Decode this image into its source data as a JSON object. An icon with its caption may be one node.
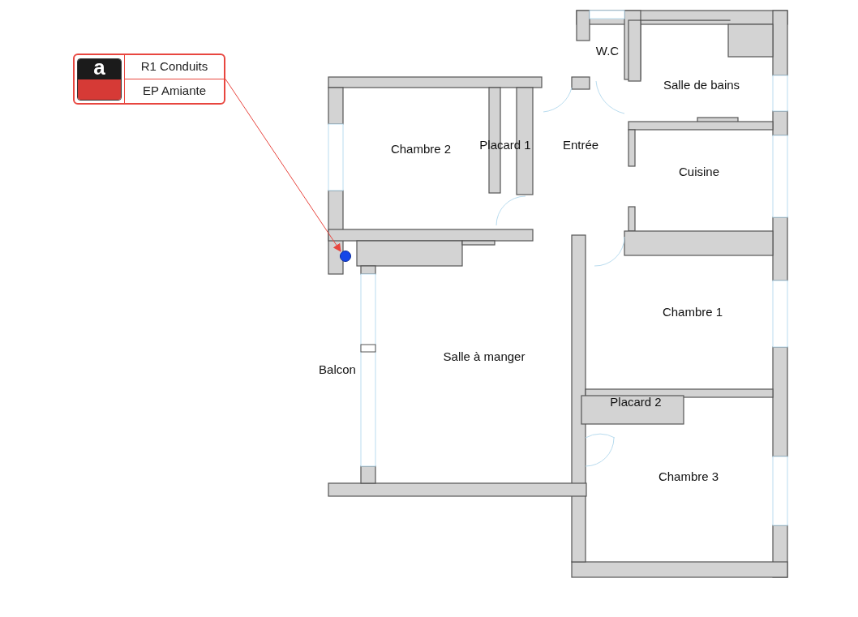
{
  "diagram": {
    "nodes": [
      {
        "text": [
          "a",
          "R1 Conduits",
          "EP Amiante"
        ]
      },
      {
        "text": [],
        "shape": "circle"
      }
    ],
    "edges": [
      {
        "from": 0,
        "to": 1,
        "arrow": "to",
        "color": "#e8463f"
      }
    ],
    "labels": [
      "W.C",
      "Salle de bains",
      "Chambre 2",
      "Placard 1",
      "Entrée",
      "Cuisine",
      "Chambre 1",
      "Balcon",
      "Salle à manger",
      "Placard 2",
      "Chambre 3"
    ]
  }
}
